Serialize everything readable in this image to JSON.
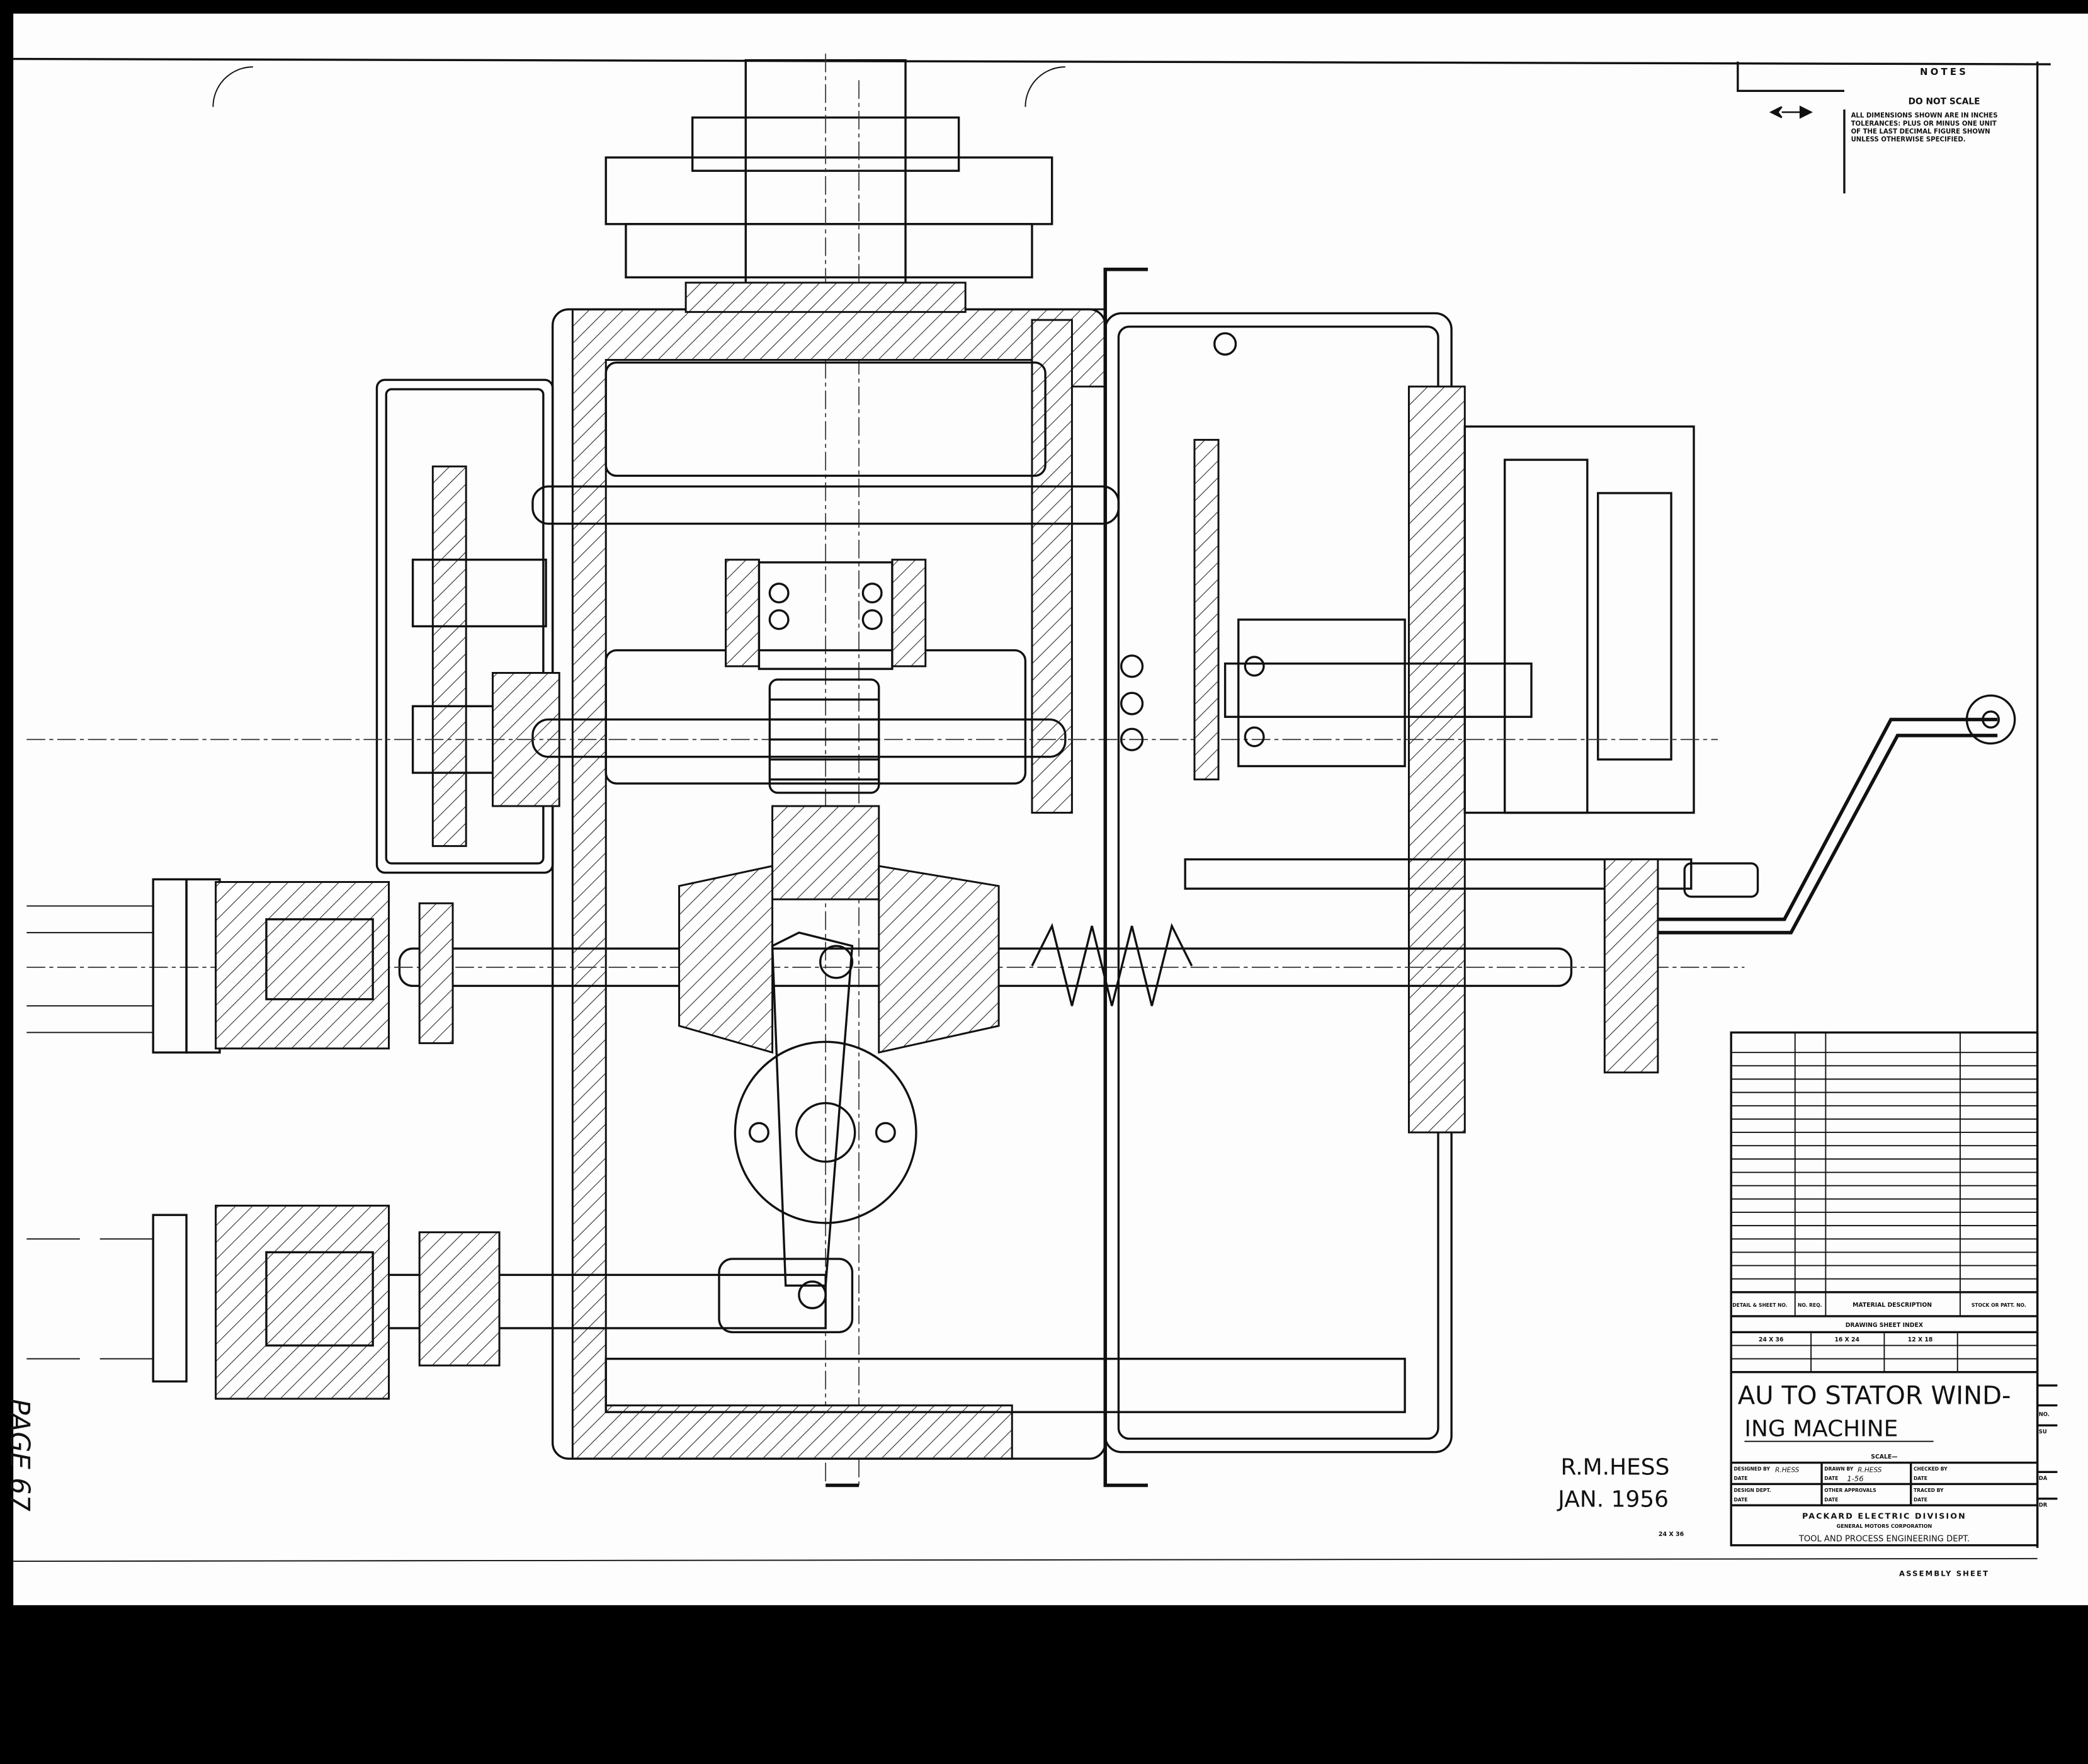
{
  "notes": {
    "heading": "NOTES",
    "do_not_scale": "DO NOT SCALE",
    "lines": [
      "ALL DIMENSIONS SHOWN ARE IN INCHES",
      "TOLERANCES: PLUS OR MINUS ONE UNIT",
      "OF THE LAST DECIMAL FIGURE SHOWN",
      "UNLESS OTHERWISE SPECIFIED."
    ]
  },
  "parts_list": {
    "headers": [
      "DETAIL & SHEET NO.",
      "NO. REQ.",
      "MATERIAL DESCRIPTION",
      "STOCK OR PATT. NO."
    ],
    "sheet_index_label": "DRAWING SHEET INDEX",
    "sheet_sizes": [
      "24 X 36",
      "16 X 24",
      "12 X 18"
    ]
  },
  "title_block": {
    "title_line1": "AU TO STATOR WIND-",
    "title_line2": "ING MACHINE",
    "scale_label": "SCALE—",
    "designed_by_label": "DESIGNED BY",
    "designed_by": "R.HESS",
    "drawn_by_label": "DRAWN BY",
    "drawn_by": "R.HESS",
    "checked_by_label": "CHECKED BY",
    "date_label": "DATE",
    "drawn_date": "1-56",
    "design_dept_label": "DESIGN DEPT.",
    "other_approvals_label": "OTHER APPROVALS",
    "traced_by_label": "TRACED BY",
    "company": "PACKARD ELECTRIC DIVISION",
    "corporation": "GENERAL MOTORS CORPORATION",
    "department": "TOOL AND PROCESS ENGINEERING DEPT.",
    "side_labels": [
      "NO.",
      "SU",
      "DA",
      "DR"
    ]
  },
  "sheet_type": "ASSEMBLY SHEET",
  "signature": {
    "name": "R.M.HESS",
    "date": "JAN. 1956"
  },
  "sheet_size": "24 X 36",
  "page_label": "PAGE 67"
}
